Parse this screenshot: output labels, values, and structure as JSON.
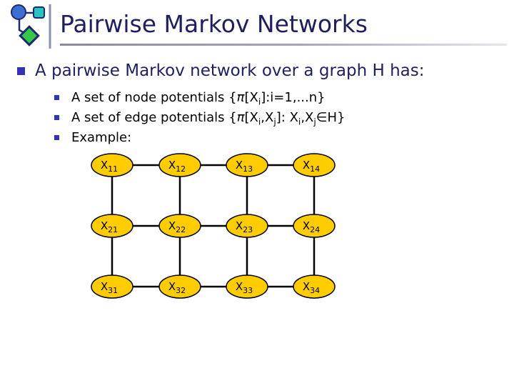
{
  "title": "Pairwise Markov Networks",
  "main_bullet": "A pairwise Markov network over a graph H has:",
  "sub_bullets": [
    [
      {
        "t": "A set of node potentials {"
      },
      {
        "t": "π",
        "it": true
      },
      {
        "t": "[X"
      },
      {
        "t": "i",
        "sub": true
      },
      {
        "t": "]:i=1,...n}"
      }
    ],
    [
      {
        "t": "A set of edge potentials {"
      },
      {
        "t": "π",
        "it": true
      },
      {
        "t": "[X"
      },
      {
        "t": "i",
        "sub": true
      },
      {
        "t": ",X"
      },
      {
        "t": "j",
        "sub": true
      },
      {
        "t": "]: X"
      },
      {
        "t": "i",
        "sub": true
      },
      {
        "t": ",X"
      },
      {
        "t": "j",
        "sub": true
      },
      {
        "t": "∈H}"
      }
    ],
    [
      {
        "t": "Example:"
      }
    ]
  ],
  "colors": {
    "title": "#1F1F5F",
    "body": "#000000",
    "bullet": "#3333B8",
    "node_fill": "#FFCC00",
    "node_stroke": "#000000",
    "edge": "#000000"
  },
  "graph": {
    "type": "grid-network",
    "rows": 3,
    "cols": 4,
    "nodes": [
      {
        "base": "X",
        "sub": "11"
      },
      {
        "base": "X",
        "sub": "12"
      },
      {
        "base": "X",
        "sub": "13"
      },
      {
        "base": "X",
        "sub": "14"
      },
      {
        "base": "X",
        "sub": "21"
      },
      {
        "base": "X",
        "sub": "22"
      },
      {
        "base": "X",
        "sub": "23"
      },
      {
        "base": "X",
        "sub": "24"
      },
      {
        "base": "X",
        "sub": "31"
      },
      {
        "base": "X",
        "sub": "32"
      },
      {
        "base": "X",
        "sub": "33"
      },
      {
        "base": "X",
        "sub": "34"
      }
    ],
    "cols_x": [
      57,
      152,
      246,
      340
    ],
    "rows_y": [
      28,
      113,
      198
    ],
    "node_rx": 29,
    "node_ry": 16,
    "edge_width": 2.5
  }
}
